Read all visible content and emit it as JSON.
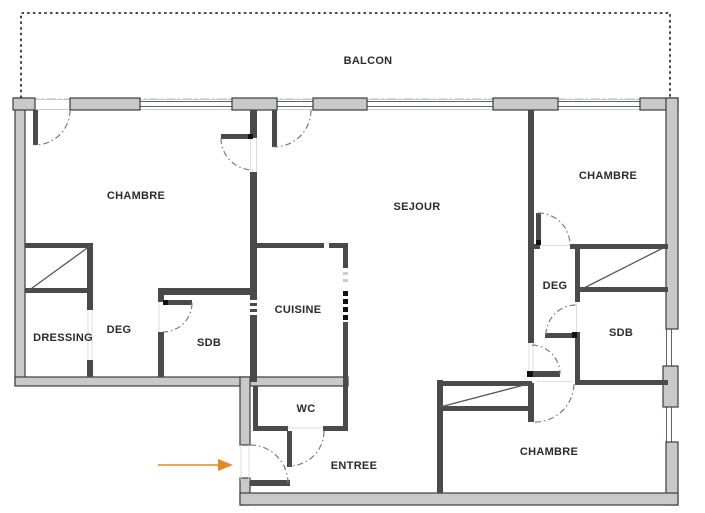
{
  "rooms": [
    {
      "label": "BALCON"
    },
    {
      "label": "CHAMBRE"
    },
    {
      "label": "SEJOUR"
    },
    {
      "label": "CHAMBRE"
    },
    {
      "label": "DRESSING"
    },
    {
      "label": "DEG"
    },
    {
      "label": "SDB"
    },
    {
      "label": "CUISINE"
    },
    {
      "label": "WC"
    },
    {
      "label": "ENTREE"
    },
    {
      "label": "DEG"
    },
    {
      "label": "SDB"
    },
    {
      "label": "CHAMBRE"
    }
  ],
  "colors": {
    "exterior_wall_fill": "#c9c9c9",
    "wall_outline": "#3d3d3d",
    "interior_wall": "#4a4a4a",
    "window_frame": "#5a6570",
    "door_arc": "#7d7d7d",
    "balcony_dash": "#2f2f2f",
    "entry_arrow": "#e2892b",
    "label_text": "#2b2b2b"
  }
}
